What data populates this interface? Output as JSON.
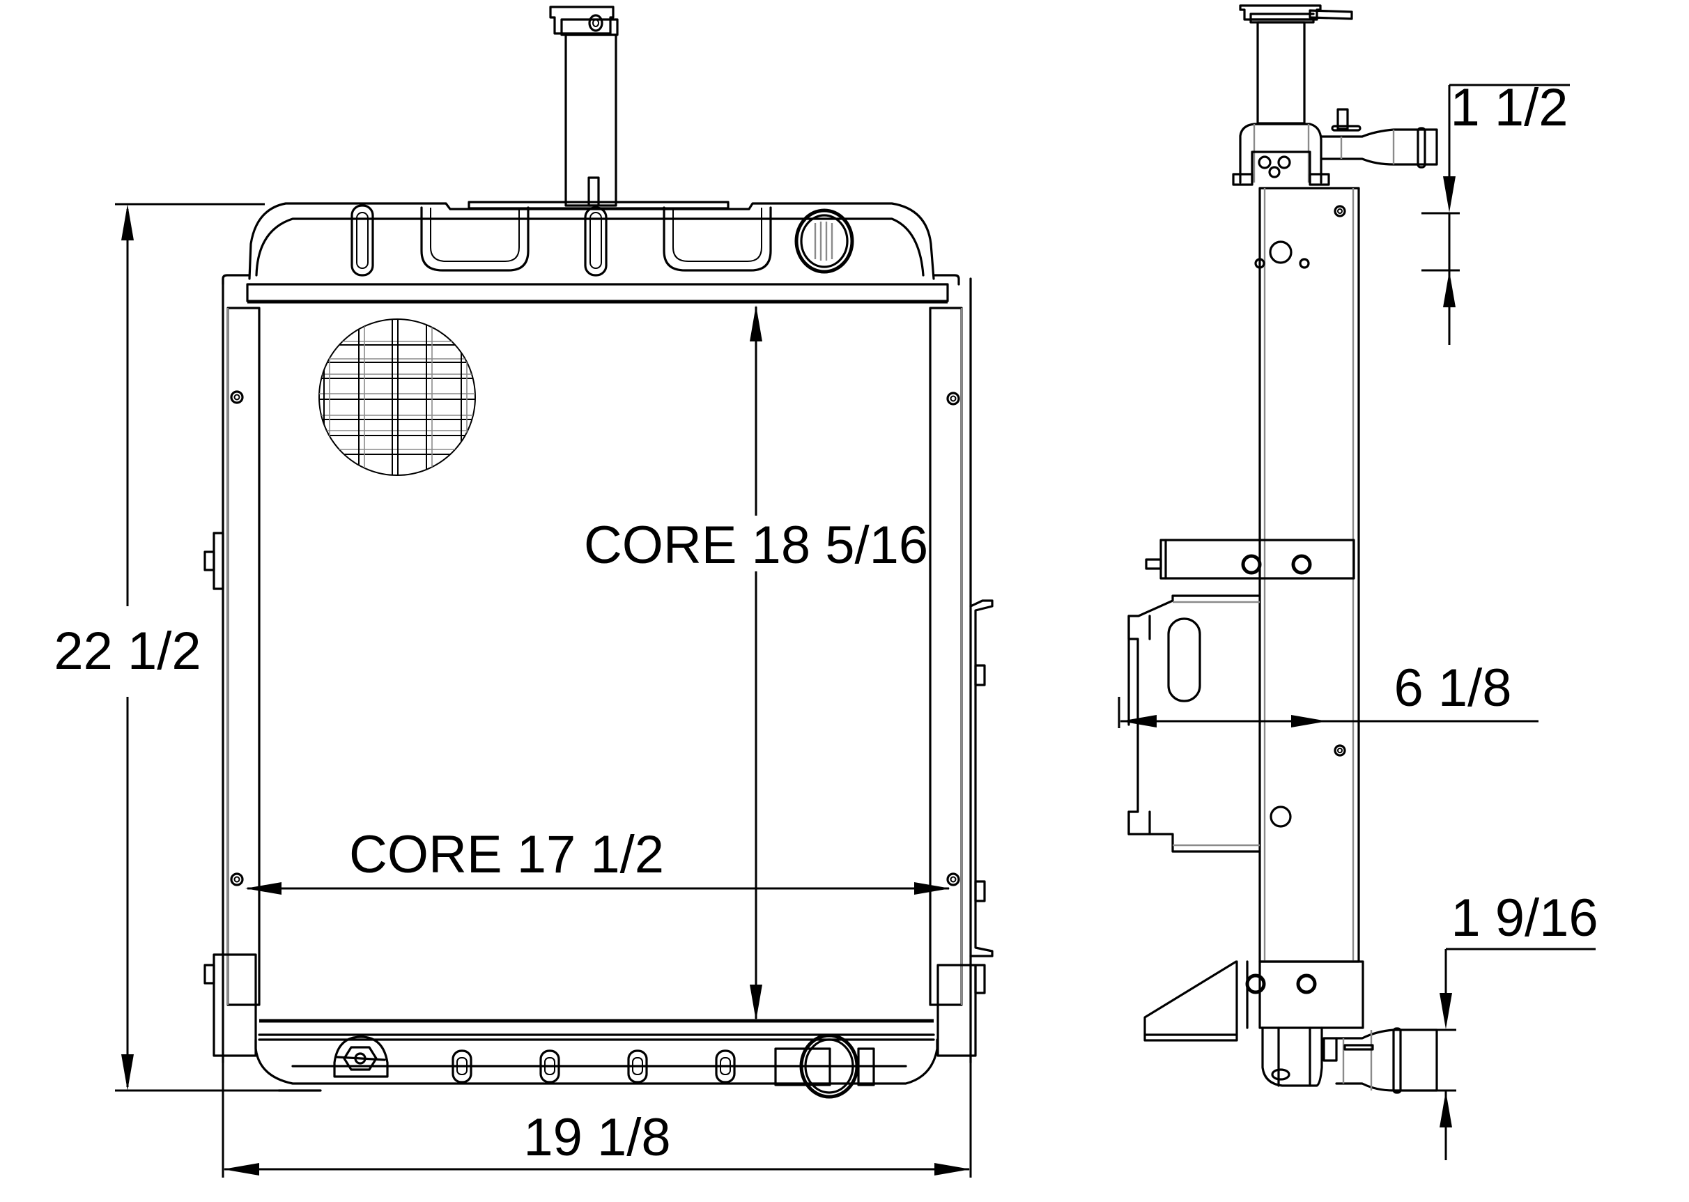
{
  "drawing": {
    "subject": "Radiator assembly technical drawing",
    "background": "#ffffff",
    "line_color": "#000000",
    "hidden_line_color": "#8a8a8a",
    "views": [
      {
        "name": "front-view",
        "features": [
          "top-tank",
          "filler-neck-with-cap",
          "inlet-port",
          "core",
          "fan-mesh",
          "side-brackets",
          "bottom-tank",
          "drain-cock",
          "outlet-port"
        ]
      },
      {
        "name": "side-view",
        "features": [
          "filler-neck-with-cap",
          "upper-hose-outlet",
          "mounting-bracket",
          "lower-bracket",
          "lower-hose-outlet",
          "core-side"
        ]
      }
    ]
  },
  "dimensions": {
    "overall_height": {
      "label": "22 1/2",
      "value_in": 22.5
    },
    "overall_width": {
      "label": "19 1/8",
      "value_in": 19.125
    },
    "core_width": {
      "label": "CORE 17 1/2",
      "value_in": 17.5
    },
    "core_height": {
      "label": "CORE 18 5/16",
      "value_in": 18.3125
    },
    "depth": {
      "label": "6 1/8",
      "value_in": 6.125
    },
    "upper_outlet_diameter": {
      "label": "1 1/2",
      "value_in": 1.5
    },
    "lower_outlet_diameter": {
      "label": "1 9/16",
      "value_in": 1.5625
    }
  }
}
